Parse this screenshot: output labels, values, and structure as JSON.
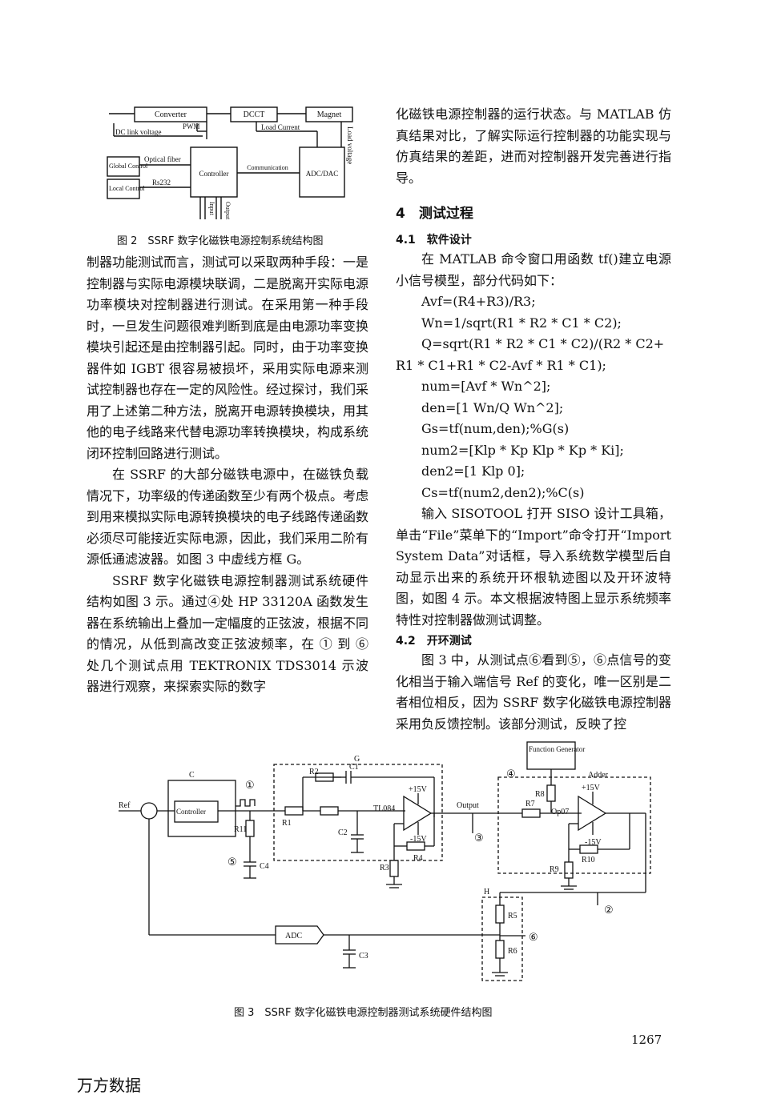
{
  "fig2": {
    "caption": "图 2　SSRF 数字化磁铁电源控制系统结构图",
    "labels": {
      "converter": "Converter",
      "dcct": "DCCT",
      "magnet": "Magnet",
      "pwm": "PWM",
      "dc_link": "DC link voltage",
      "load_current": "Load Current",
      "load_voltage": "Load voltage",
      "global_control": "Global Control",
      "local_control": "Local Control",
      "optical_fiber": "Optical fiber",
      "rs232": "Rs232",
      "controller": "Controller",
      "communication": "Communication",
      "adc_dac": "ADC/DAC",
      "input": "Input",
      "output": "Output"
    }
  },
  "left_col": {
    "p1": "制器功能测试而言，测试可以采取两种手段：一是控制器与实际电源模块联调，二是脱离开实际电源功率模块对控制器进行测试。在采用第一种手段时，一旦发生问题很难判断到底是由电源功率变换模块引起还是由控制器引起。同时，由于功率变换器件如 IGBT 很容易被损坏，采用实际电源来测试控制器也存在一定的风险性。经过探讨，我们采用了上述第二种方法，脱离开电源转换模块，用其他的电子线路来代替电源功率转换模块，构成系统闭环控制回路进行测试。",
    "p2": "在 SSRF 的大部分磁铁电源中，在磁铁负载情况下，功率级的传递函数至少有两个极点。考虑到用来模拟实际电源转换模块的电子线路传递函数必须尽可能接近实际电源，因此，我们采用二阶有源低通滤波器。如图 3 中虚线方框 G。",
    "p3": "SSRF 数字化磁铁电源控制器测试系统硬件结构如图 3 示。通过④处 HP 33120A 函数发生器在系统输出上叠加一定幅度的正弦波，根据不同的情况，从低到高改变正弦波频率，在 ① 到 ⑥ 处几个测试点用 TEKTRONIX TDS3014 示波器进行观察，来探索实际的数字"
  },
  "right_col": {
    "p0": "化磁铁电源控制器的运行状态。与 MATLAB 仿真结果对比，了解实际运行控制器的功能实现与仿真结果的差距，进而对控制器开发完善进行指导。",
    "h4": "4　测试过程",
    "h41": "4.1　软件设计",
    "p41": "在 MATLAB 命令窗口用函数 tf()建立电源小信号模型，部分代码如下：",
    "code": [
      "Avf=(R4+R3)/R3;",
      "Wn=1/sqrt(R1 * R2 * C1 * C2);",
      "Q=sqrt(R1 * R2 * C1 * C2)/(R2 * C2+",
      "R1 * C1+R1 * C2-Avf * R1 * C1);",
      "num=[Avf * Wn^2];",
      "den=[1 Wn/Q Wn^2];",
      "Gs=tf(num,den);%G(s)",
      "num2=[Klp * Kp Klp * Kp * Ki];",
      "den2=[1 Klp 0];",
      "Cs=tf(num2,den2);%C(s)"
    ],
    "p42a": "输入 SISOTOOL 打开 SISO 设计工具箱，单击“File”菜单下的“Import”命令打开“Import System Data”对话框，导入系统数学模型后自动显示出来的系统开环根轨迹图以及开环波特图，如图 4 示。本文根据波特图上显示系统频率特性对控制器做测试调整。",
    "h42": "4.2　开环测试",
    "p42b": "图 3 中，从测试点⑥看到⑤，⑥点信号的变化相当于输入端信号 Ref 的变化，唯一区别是二者相位相反，因为 SSRF 数字化磁铁电源控制器采用负反馈控制。该部分测试，反映了控"
  },
  "fig3": {
    "caption": "图 3　SSRF 数字化磁铁电源控制器测试系统硬件结构图",
    "labels": {
      "function_generator": "Function Generator",
      "adder": "Adder",
      "g": "G",
      "c": "C",
      "h": "H",
      "ref": "Ref",
      "controller": "Controller",
      "r2": "R2",
      "c1": "C1",
      "r1": "R1",
      "c2": "C2",
      "r11": "R11",
      "c4": "C4",
      "tl084": "TL084",
      "plus15": "+15V",
      "minus15": "-15V",
      "r3": "R3",
      "r4": "R4",
      "output": "Output",
      "r8": "R8",
      "r7": "R7",
      "op07": "Op07",
      "r10": "R10",
      "r9": "R9",
      "r5": "R5",
      "r6": "R6",
      "adc": "ADC",
      "c3": "C3",
      "n1": "①",
      "n2": "②",
      "n3": "③",
      "n4": "④",
      "n5": "⑤",
      "n6": "⑥"
    }
  },
  "page_number": "1267",
  "watermark": "万方数据"
}
